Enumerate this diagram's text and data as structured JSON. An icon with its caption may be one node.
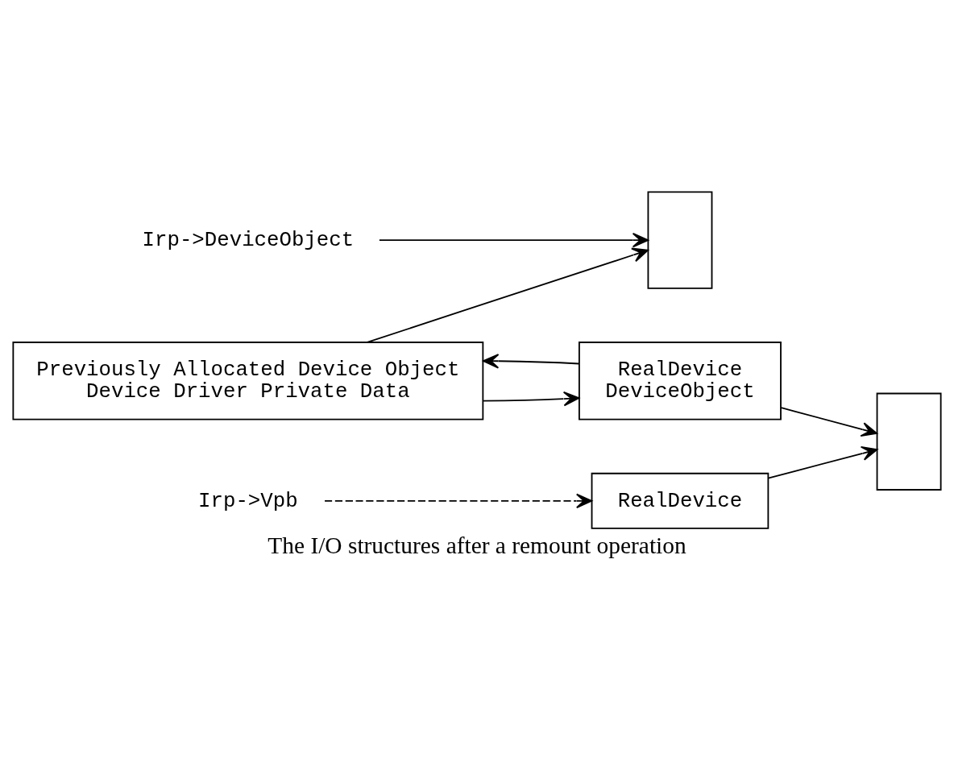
{
  "diagram": {
    "caption": "The I/O structures after a remount operation",
    "nodes": [
      {
        "text": [
          "Irp->DeviceObject"
        ]
      },
      {
        "text": [],
        "shape": "box"
      },
      {
        "text": [
          "Irp->Vpb"
        ]
      },
      {
        "text": [
          "RealDevice"
        ]
      },
      {
        "text": [
          "RealDevice",
          "DeviceObject"
        ]
      },
      {
        "text": [
          "Previously Allocated Device Object",
          "Device Driver Private Data"
        ]
      },
      {
        "text": [],
        "shape": "box"
      }
    ],
    "edges": [
      {
        "from": 0,
        "to": 1,
        "arrow": "to"
      },
      {
        "from": 2,
        "to": 3,
        "arrow": "to",
        "style": "dashed"
      },
      {
        "from": 3,
        "to": 6,
        "arrow": "to"
      },
      {
        "from": 4,
        "to": 6,
        "arrow": "to"
      },
      {
        "from": 4,
        "to": 5,
        "arrow": "to"
      },
      {
        "from": 5,
        "to": 4,
        "arrow": "to"
      },
      {
        "from": 5,
        "to": 1,
        "arrow": "to"
      }
    ]
  }
}
